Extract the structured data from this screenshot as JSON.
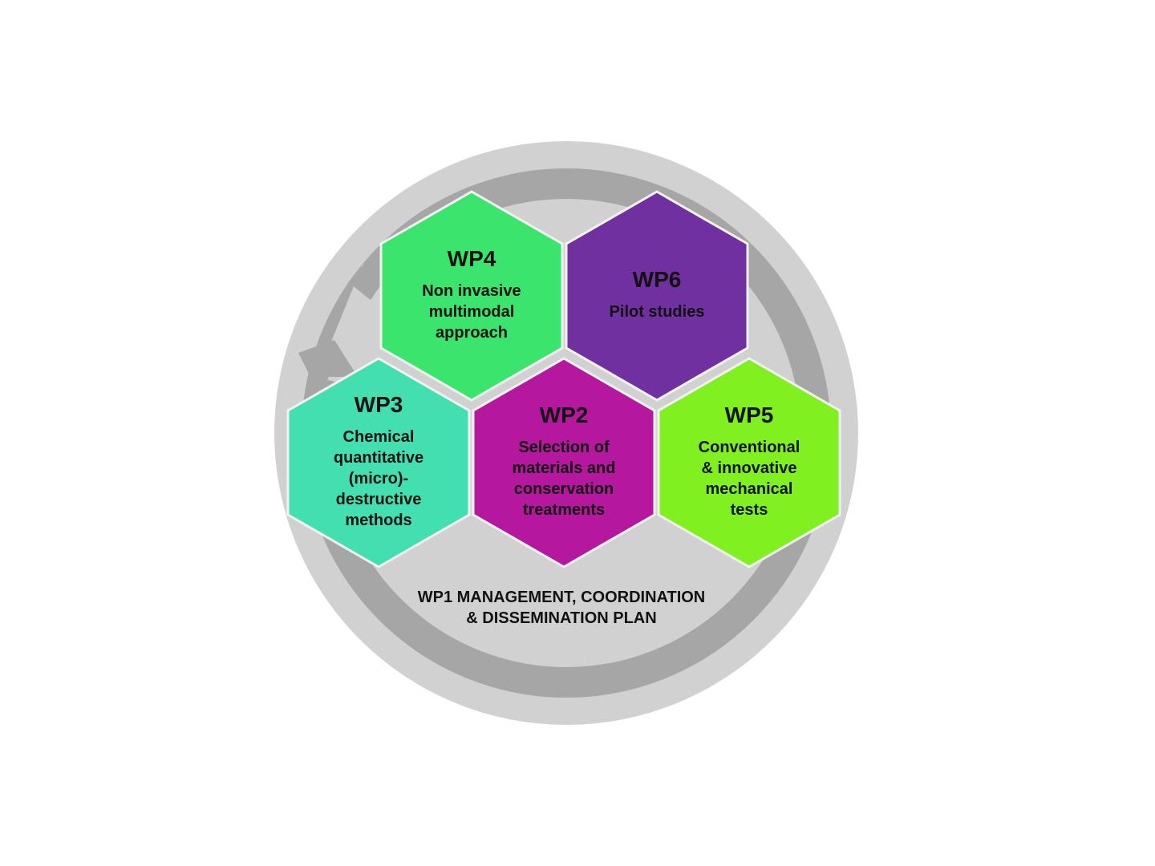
{
  "colors": {
    "outer_disc": "#d1d1d1",
    "cycle_ring": "#a6a6a6",
    "hex_border": "#f2f2f2",
    "text": "#111111"
  },
  "work_packages": [
    {
      "id": "wp4",
      "title": "WP4",
      "description": "Non invasive\nmultimodal\napproach",
      "color": "#3be46d"
    },
    {
      "id": "wp6",
      "title": "WP6",
      "description": "Pilot studies",
      "color": "#7030a0"
    },
    {
      "id": "wp3",
      "title": "WP3",
      "description": "Chemical\nquantitative\n(micro)-\ndestructive\nmethods",
      "color": "#44dfb1"
    },
    {
      "id": "wp2",
      "title": "WP2",
      "description": "Selection of\nmaterials and\nconservation\ntreatments",
      "color": "#b6179f"
    },
    {
      "id": "wp5",
      "title": "WP5",
      "description": "Conventional\n& innovative\nmechanical\ntests",
      "color": "#80f020"
    }
  ],
  "footer": {
    "label": "WP1 MANAGEMENT, COORDINATION\n& DISSEMINATION PLAN"
  }
}
